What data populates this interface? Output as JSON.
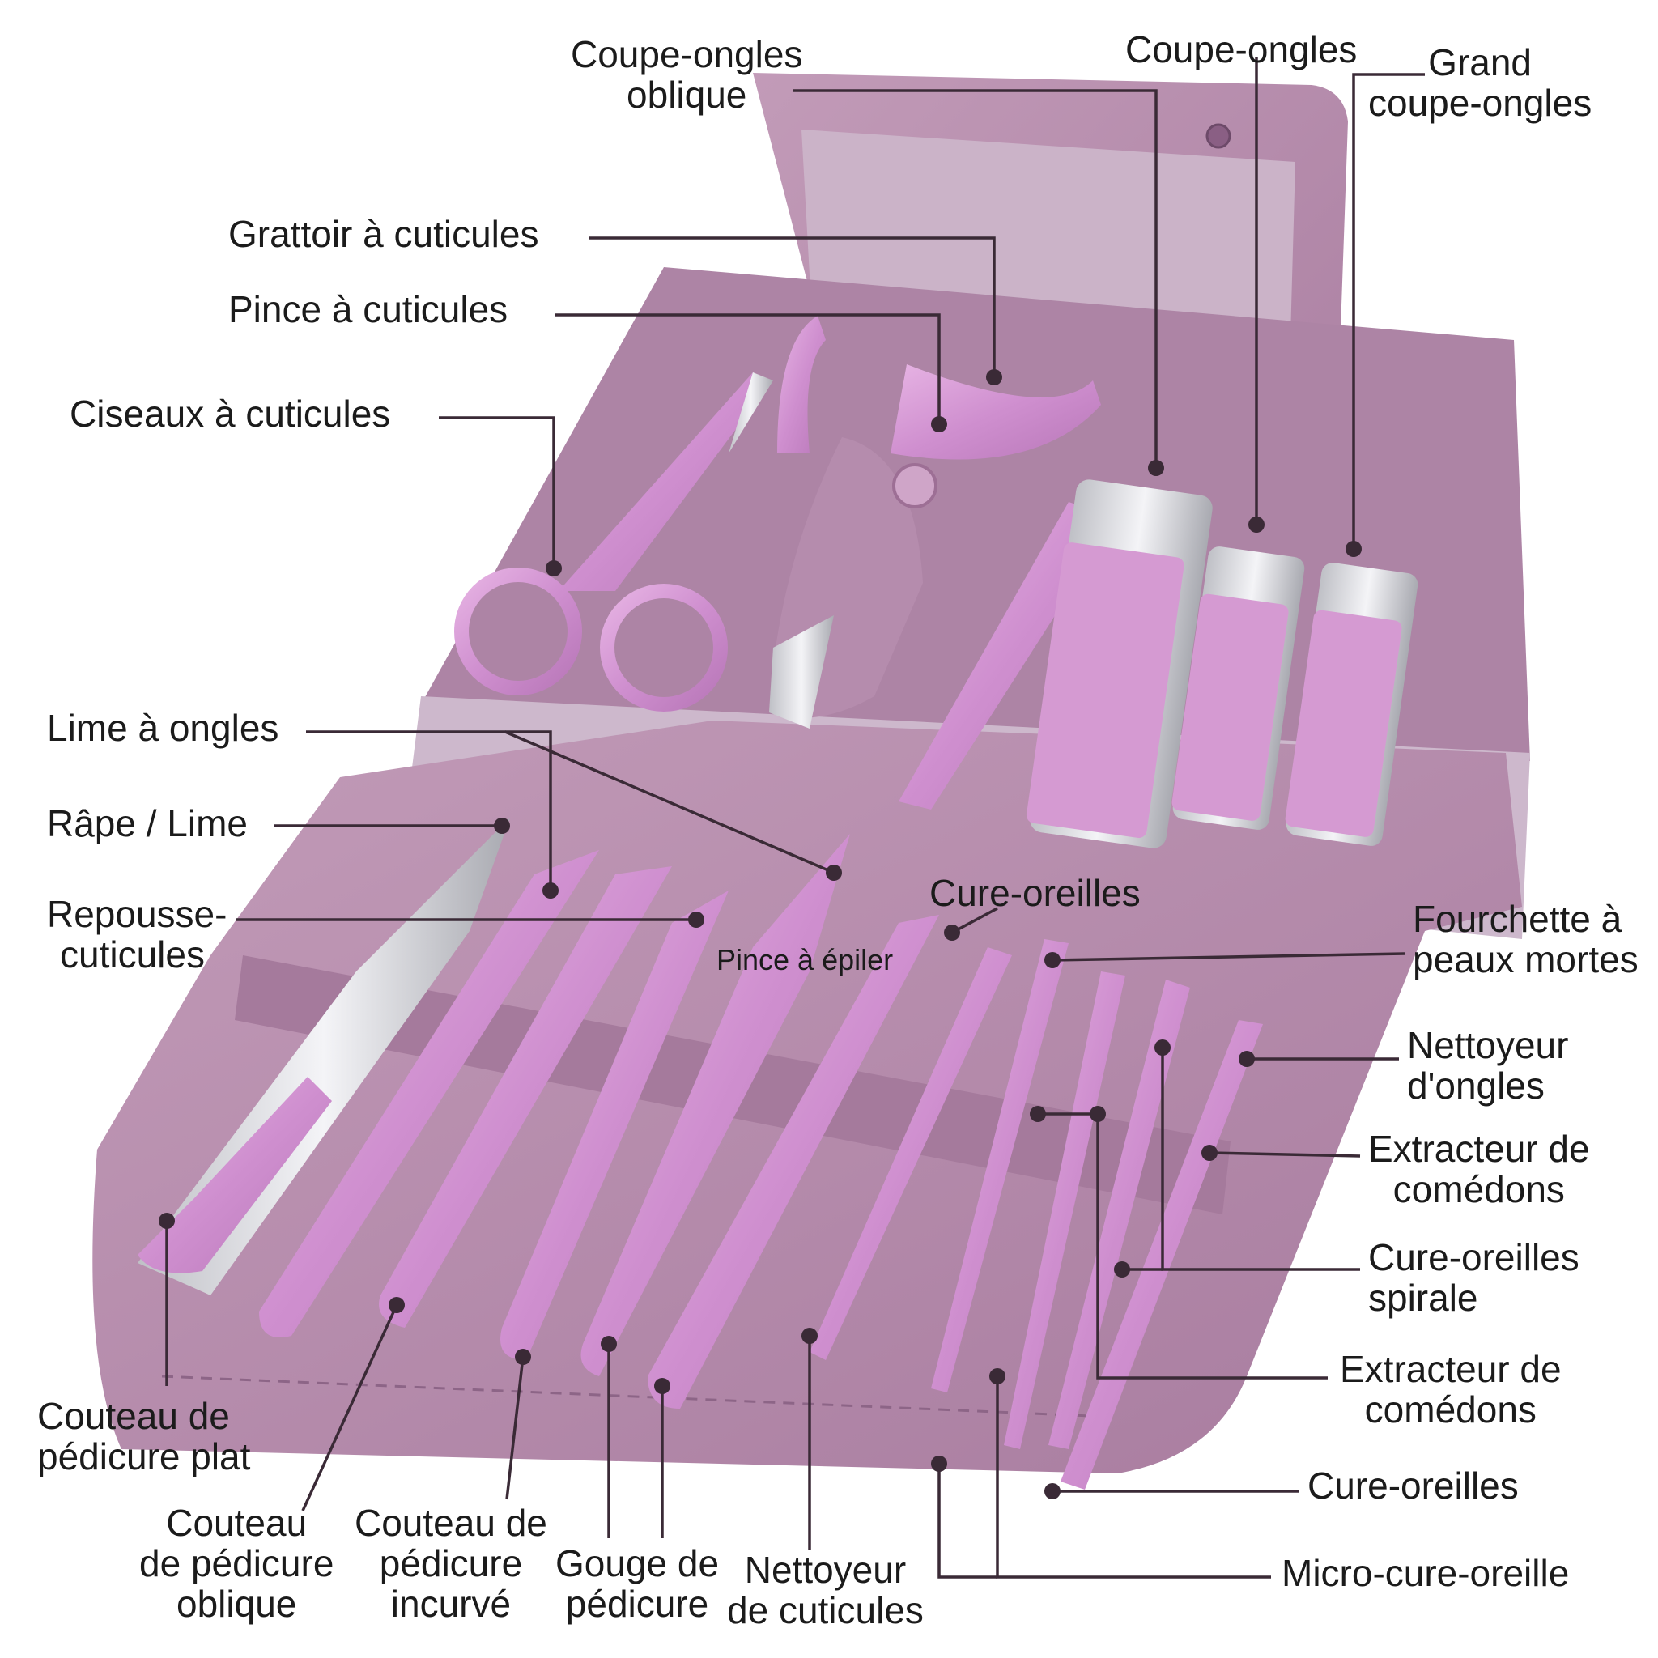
{
  "colors": {
    "leather": "#b48aa8",
    "leather_dark": "#9c6f93",
    "lining": "#cdb6cb",
    "tool": "#d99ad6",
    "chrome": "#d9d9de",
    "line": "#3a2a36"
  },
  "labels": {
    "oblique_clipper": [
      "Coupe-ongles",
      "oblique"
    ],
    "clipper": "Coupe-ongles",
    "large_clipper": [
      "Grand",
      "coupe-ongles"
    ],
    "cuticle_scraper": "Grattoir à cuticules",
    "cuticle_nipper": "Pince à cuticules",
    "cuticle_scissors": "Ciseaux à cuticules",
    "nail_file": "Lime à ongles",
    "rasp": "Râpe / Lime",
    "cuticle_pusher": [
      "Repousse-",
      "cuticules"
    ],
    "tweezers": "Pince à épiler",
    "ear_pick_top": "Cure-oreilles",
    "dead_skin_fork": [
      "Fourchette à",
      "peaux mortes"
    ],
    "nail_cleaner": [
      "Nettoyeur",
      "d'ongles"
    ],
    "blackhead_1": [
      "Extracteur de",
      "comédons"
    ],
    "spiral_ear_pick": [
      "Cure-oreilles",
      "spirale"
    ],
    "blackhead_2": [
      "Extracteur de",
      "comédons"
    ],
    "ear_pick_bottom": "Cure-oreilles",
    "micro_ear_pick": "Micro-cure-oreille",
    "flat_knife": [
      "Couteau de",
      "pédicure plat"
    ],
    "oblique_knife": [
      "Couteau",
      "de pédicure",
      "oblique"
    ],
    "curved_knife": [
      "Couteau de",
      "pédicure",
      "incurvé"
    ],
    "gouge": [
      "Gouge de",
      "pédicure"
    ],
    "cuticle_cleaner": [
      "Nettoyeur",
      "de cuticules"
    ]
  }
}
